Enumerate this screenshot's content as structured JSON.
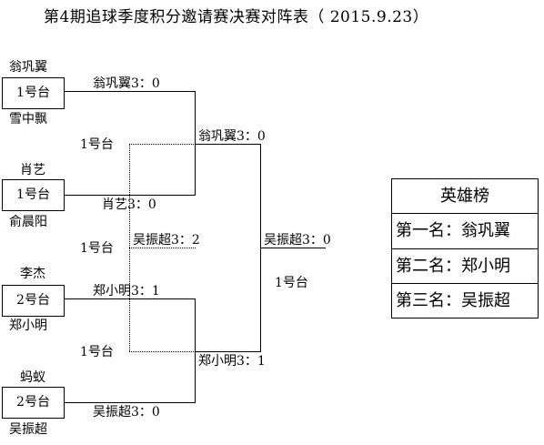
{
  "title": "第4期追球季度积分邀请赛决赛对阵表（ 2015.9.23）",
  "round1": [
    {
      "top_player": "翁巩翼",
      "table": "1号台",
      "bottom_player": "雪中飘",
      "winner_result": "翁巩翼3：0",
      "table_note": "1号台"
    },
    {
      "top_player": "肖艺",
      "table": "1号台",
      "bottom_player": "俞晨阳",
      "winner_result": "肖艺3：0",
      "table_note": "1号台"
    },
    {
      "top_player": "李杰",
      "table": "2号台",
      "bottom_player": "郑小明",
      "winner_result": "郑小明3：1",
      "table_note": "1号台"
    },
    {
      "top_player": "蚂蚁",
      "table": "2号台",
      "bottom_player": "吴振超",
      "winner_result": "吴振超3：0"
    }
  ],
  "semifinal": [
    {
      "result": "翁巩翼3：0"
    },
    {
      "result": "郑小明3：1"
    }
  ],
  "third_place": {
    "result": "吴振超3：2"
  },
  "final": {
    "result": "吴振超3：0",
    "table": "1号台"
  },
  "honor_board": {
    "title": "英雄榜",
    "rows": [
      "第一名：翁巩翼",
      "第二名：郑小明",
      "第三名：吴振超"
    ]
  }
}
